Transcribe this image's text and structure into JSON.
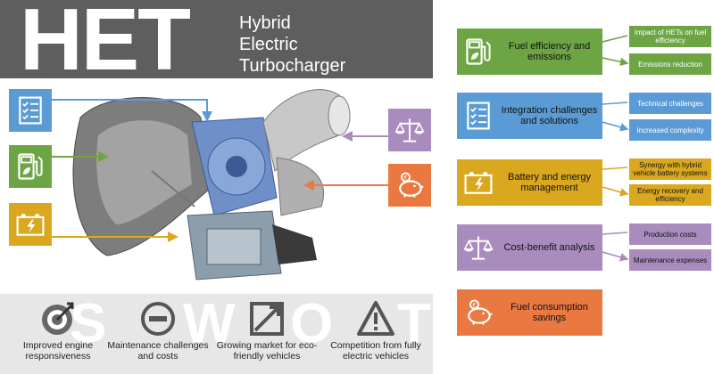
{
  "header": {
    "big": "HET",
    "line1": "Hybrid",
    "line2": "Electric",
    "line3": "Turbocharger"
  },
  "colors": {
    "green": "#6da544",
    "blue": "#5a9bd5",
    "yellow": "#d9a81e",
    "purple": "#a98bbd",
    "orange": "#e97940",
    "gray": "#5e5e5e"
  },
  "swot": {
    "letters": [
      "S",
      "W",
      "O",
      "T"
    ],
    "items": [
      {
        "icon": "target-icon",
        "label": "Improved engine responsiveness"
      },
      {
        "icon": "minus-circle-icon",
        "label": "Maintenance challenges and costs"
      },
      {
        "icon": "growth-arrow-icon",
        "label": "Growing market for eco-friendly vehicles"
      },
      {
        "icon": "warning-icon",
        "label": "Competition from fully electric vehicles"
      }
    ]
  },
  "right": [
    {
      "title": "Fuel efficiency and emissions",
      "icon": "fuel-pump-icon",
      "color": "#6da544",
      "subs": [
        "Impact of HETs on fuel efficiency",
        "Emissions reduction"
      ]
    },
    {
      "title": "Integration challenges and solutions",
      "icon": "checklist-icon",
      "color": "#5a9bd5",
      "subs": [
        "Technical challenges",
        "Increased complexity"
      ]
    },
    {
      "title": "Battery and energy management",
      "icon": "battery-icon",
      "color": "#d9a81e",
      "subs": [
        "Synergy with hybrid vehicle battery systems",
        "Energy recovery and efficiency"
      ]
    },
    {
      "title": "Cost-benefit analysis",
      "icon": "scale-icon",
      "color": "#a98bbd",
      "subs": [
        "Production costs",
        "Maintenance expenses"
      ]
    },
    {
      "title": "Fuel consumption savings",
      "icon": "piggy-bank-icon",
      "color": "#e97940",
      "subs": []
    }
  ]
}
